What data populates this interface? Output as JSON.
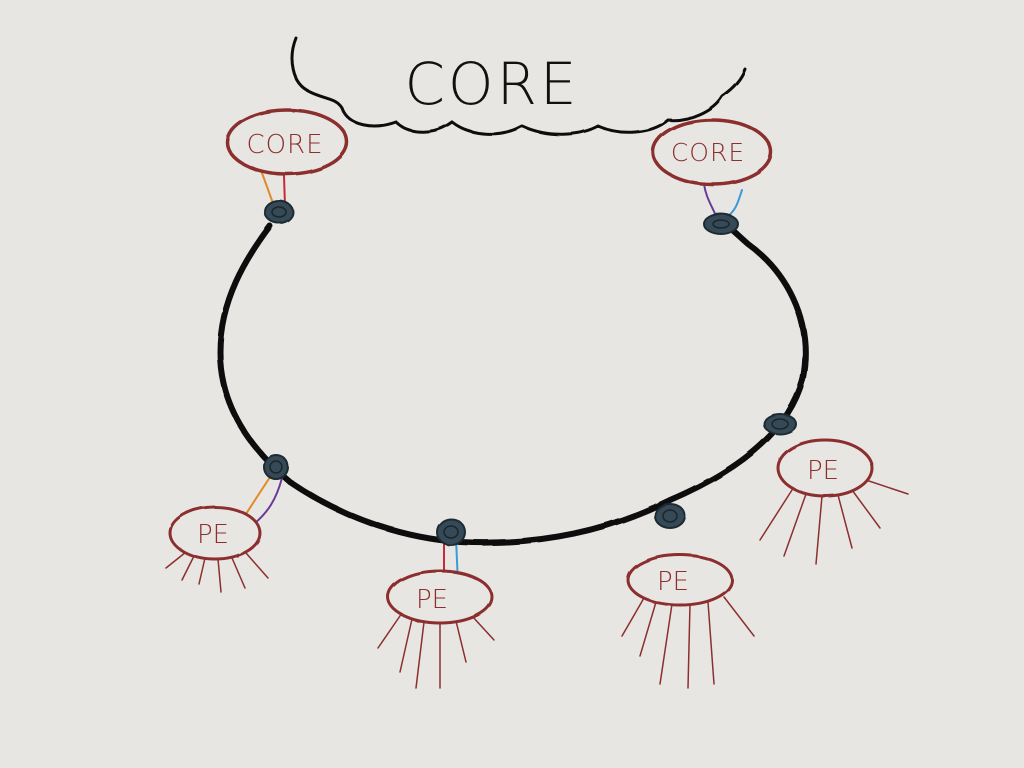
{
  "diagram": {
    "cloud_label": "CORE",
    "core_routers": [
      {
        "label": "CORE"
      },
      {
        "label": "CORE"
      }
    ],
    "pe_routers": [
      {
        "label": "PE"
      },
      {
        "label": "PE"
      },
      {
        "label": "PE"
      },
      {
        "label": "PE"
      }
    ]
  },
  "colors": {
    "background": "#e8e6e2",
    "ink": "#111111",
    "router": "#8b2f2f",
    "node": "#344a56",
    "link_orange": "#e08a2a",
    "link_red": "#c8283a",
    "link_purple": "#6a3a9a",
    "link_blue": "#3a9ad8"
  }
}
